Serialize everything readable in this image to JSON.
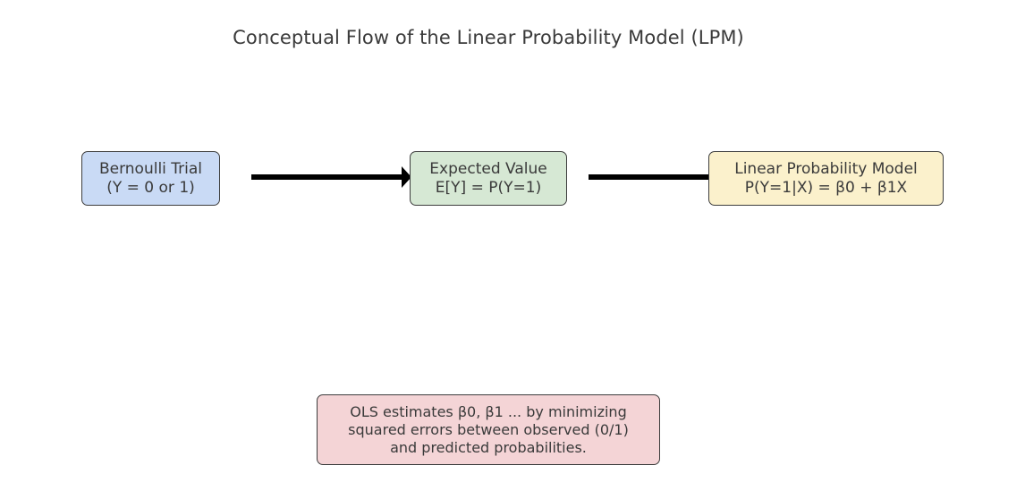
{
  "title": "Conceptual Flow of the Linear Probability Model (LPM)",
  "nodes": {
    "bernoulli": {
      "line1": "Bernoulli Trial",
      "line2": "(Y = 0 or 1)",
      "fill": "#c9daf5"
    },
    "expected": {
      "line1": "Expected Value",
      "line2": "E[Y] = P(Y=1)",
      "fill": "#d6e8d4"
    },
    "lpm": {
      "line1": "Linear Probability Model",
      "line2": "P(Y=1|X) = β0 + β1X",
      "fill": "#fbf1cc"
    }
  },
  "note": {
    "line1": "OLS estimates β0, β1 ... by minimizing",
    "line2": "squared errors between observed (0/1)",
    "line3": "and predicted probabilities.",
    "fill": "#f4d4d6"
  },
  "edges": [
    {
      "from": "bernoulli",
      "to": "expected"
    },
    {
      "from": "expected",
      "to": "lpm"
    }
  ]
}
